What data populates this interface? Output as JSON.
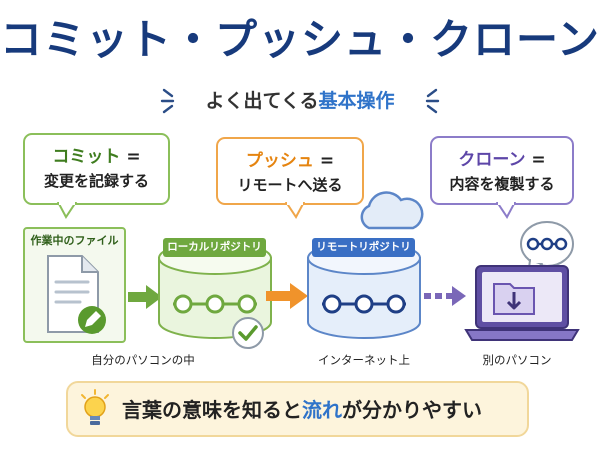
{
  "title": "コミット・プッシュ・クローン",
  "subtitle": {
    "before": "よく出てくる",
    "highlight": "基本操作"
  },
  "commit": {
    "term": "コミット",
    "equals": "=",
    "meaning": "変更を記録する"
  },
  "push": {
    "term": "プッシュ",
    "equals": "=",
    "meaning": "リモートへ送る"
  },
  "clone": {
    "term": "クローン",
    "equals": "=",
    "meaning": "内容を複製する"
  },
  "working_file": {
    "label": "作業中のファイル"
  },
  "local_repo": {
    "tag": "ローカルリポジトリ",
    "caption": "自分のパソコンの中"
  },
  "remote_repo": {
    "tag": "リモートリポジトリ",
    "caption": "インターネット上"
  },
  "other_pc": {
    "caption": "別のパソコン"
  },
  "tip": {
    "before": "言葉の意味を知ると",
    "highlight": "流れ",
    "after": "が分かりやすい"
  },
  "colors": {
    "title": "#173a7c",
    "green": "#6fa83f",
    "orange": "#f0932b",
    "blue": "#3a6fc4",
    "purple": "#6a55b0",
    "highlight": "#2f73c9"
  }
}
